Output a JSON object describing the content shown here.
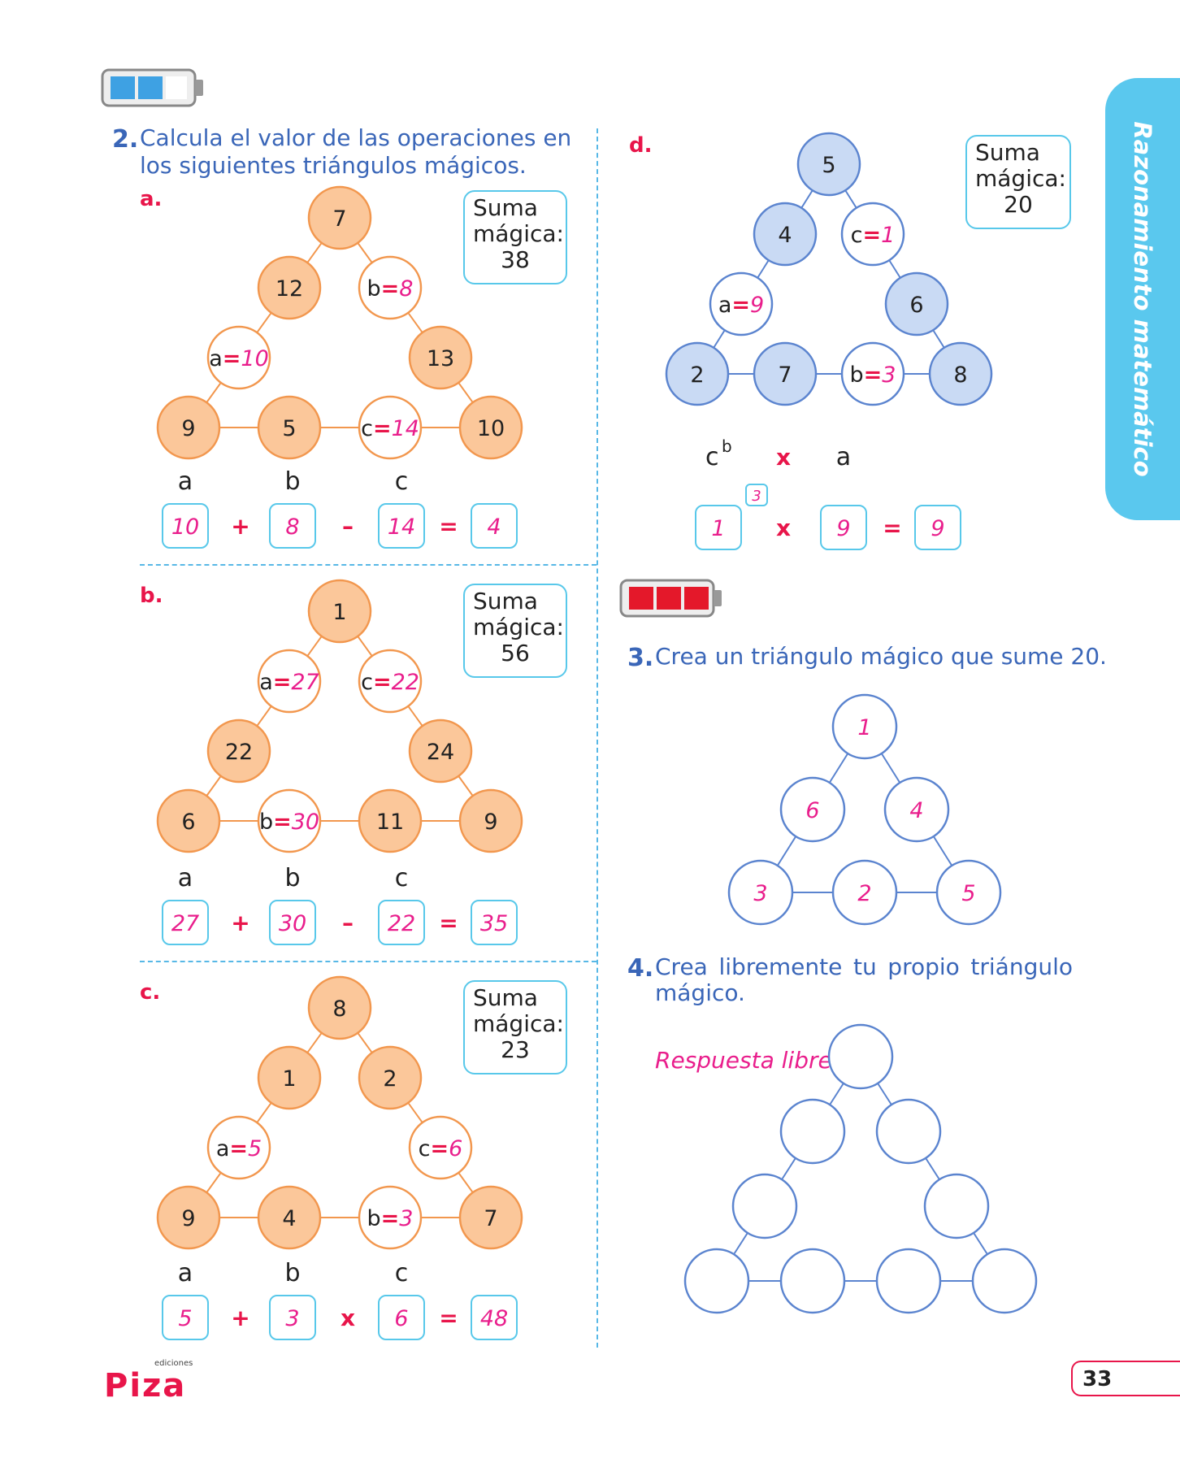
{
  "exercise2": {
    "number": "2.",
    "instruction_line1": "Calcula el valor de las operaciones en",
    "instruction_line2": "los siguientes triángulos mágicos."
  },
  "magic_label": "Suma mágica:",
  "triangles": {
    "a": {
      "label": "a.",
      "magic_sum": "38",
      "nodes": [
        "7",
        "12",
        "b=8",
        "a=10",
        "13",
        "9",
        "5",
        "c=14",
        "10"
      ],
      "expr": {
        "letters": [
          "a",
          "b",
          "c"
        ],
        "values": [
          "10",
          "8",
          "14",
          "4"
        ],
        "ops": [
          "+",
          "–",
          "="
        ]
      }
    },
    "b": {
      "label": "b.",
      "magic_sum": "56",
      "nodes": [
        "1",
        "a=27",
        "c=22",
        "22",
        "24",
        "6",
        "b=30",
        "11",
        "9"
      ],
      "expr": {
        "letters": [
          "a",
          "b",
          "c"
        ],
        "values": [
          "27",
          "30",
          "22",
          "35"
        ],
        "ops": [
          "+",
          "–",
          "="
        ]
      }
    },
    "c": {
      "label": "c.",
      "magic_sum": "23",
      "nodes": [
        "8",
        "1",
        "2",
        "a=5",
        "c=6",
        "9",
        "4",
        "b=3",
        "7"
      ],
      "expr": {
        "letters": [
          "a",
          "b",
          "c"
        ],
        "values": [
          "5",
          "3",
          "6",
          "48"
        ],
        "ops": [
          "+",
          "x",
          "="
        ]
      }
    },
    "d": {
      "label": "d.",
      "magic_sum": "20",
      "nodes": [
        "5",
        "4",
        "c=1",
        "a=9",
        "6",
        "2",
        "7",
        "b=3",
        "8"
      ],
      "expr": {
        "top_c": "c",
        "top_b": "b",
        "top_x": "x",
        "top_a": "a",
        "exponent": "3",
        "values": [
          "1",
          "9",
          "9"
        ],
        "ops": [
          "x",
          "="
        ]
      }
    }
  },
  "exercise3": {
    "number": "3.",
    "instruction": "Crea un triángulo mágico que sume 20.",
    "nodes": [
      "1",
      "6",
      "4",
      "3",
      "2",
      "5"
    ]
  },
  "exercise4": {
    "number": "4.",
    "instruction_line1": "Crea libremente tu propio triángulo",
    "instruction_line2": "mágico.",
    "answer": "Respuesta libre"
  },
  "side_tab": "Razonamiento matemático",
  "page_number": "33",
  "logo": {
    "brand": "Piza",
    "sub": "ediciones"
  },
  "colors": {
    "orange_fill": "#fbc79a",
    "orange_stroke": "#f2974e",
    "blue_fill": "#c9daf4",
    "blue_stroke": "#5b84cf",
    "answer_pink": "#e91e8c",
    "accent_red": "#e8154a",
    "box_border": "#58c8ea"
  }
}
